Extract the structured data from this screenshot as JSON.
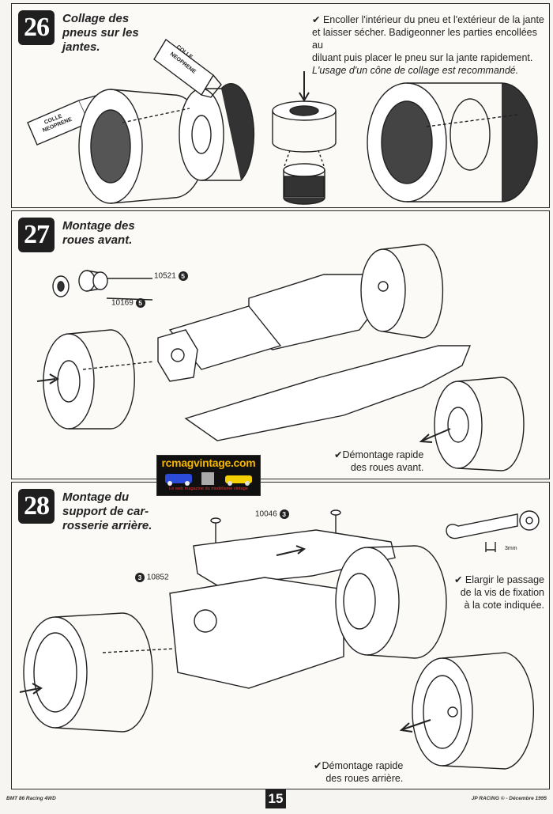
{
  "steps": [
    {
      "number": "26",
      "title": [
        "Collage des",
        "pneus sur les",
        "jantes."
      ],
      "instruction": [
        "✔ Encoller l'intérieur du pneu et l'extérieur de la jante",
        "et laisser sécher. Badigeonner les parties encollées au",
        "diluant puis placer le pneu sur la jante rapidement."
      ],
      "instruction_italic": "L'usage d'un cône de collage est recommandé.",
      "labels": {
        "tube_left": [
          "COLLE",
          "NEOPRENE"
        ],
        "tube_right": [
          "COLLE",
          "NEOPRENE"
        ]
      }
    },
    {
      "number": "27",
      "title": [
        "Montage des",
        "roues avant."
      ],
      "parts": [
        {
          "code": "10521",
          "qty": "5"
        },
        {
          "code": "10169",
          "qty": "5"
        }
      ],
      "note": [
        "✔Démontage rapide",
        "des roues avant."
      ]
    },
    {
      "number": "28",
      "title": [
        "Montage du",
        "support de car-",
        "rosserie arrière."
      ],
      "parts": [
        {
          "code": "10046",
          "qty": "3"
        },
        {
          "code": "10852",
          "qty": "3"
        }
      ],
      "dimension": "3mm",
      "tip": [
        "✔ Elargir le passage",
        "de la vis de fixation",
        "à la cote indiquée."
      ],
      "note": [
        "✔Démontage rapide",
        "des roues arrière."
      ]
    }
  ],
  "banner": {
    "site": "rcmagvintage.com",
    "tagline": "Le web magazine du modélisme vintage",
    "accent": "#f5b400"
  },
  "footer": {
    "left": "BMT 86 Racing 4WD",
    "page": "15",
    "right": "JP RACING © - Décembre 1995"
  }
}
